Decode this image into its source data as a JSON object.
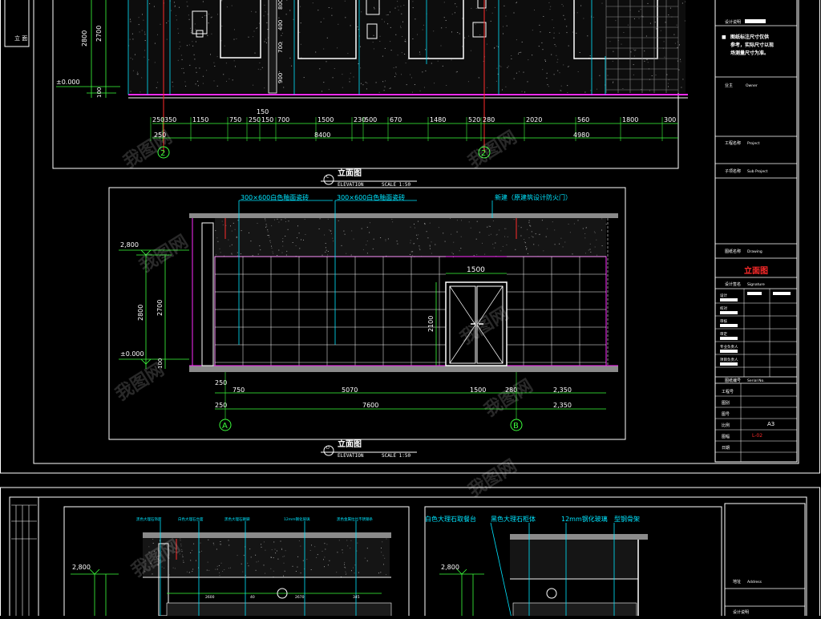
{
  "sheet1": {
    "left_tag": "立 面",
    "upper": {
      "heights": [
        "2800",
        "2700",
        "±0.000",
        "100"
      ],
      "top_marks": [
        "800",
        "400",
        "700",
        "900"
      ],
      "dims_row1": [
        "250",
        "350",
        "1150",
        "750",
        "250",
        "150",
        "700",
        "1500",
        "230",
        "500",
        "670",
        "1480",
        "520",
        "280",
        "2020",
        "560",
        "1800",
        "300"
      ],
      "dims_row1_extra": "150",
      "dims_row2": [
        "250",
        "8400",
        "4980"
      ],
      "axis_a": "2",
      "axis_b": "2",
      "title": "立面图",
      "subtitle": "ELEVATION",
      "scale": "SCALE 1:50",
      "mark": "C"
    },
    "lower": {
      "notes": [
        "300×600白色釉面瓷砖",
        "300×600白色釉面瓷砖",
        "新建（原建筑设计防火门）"
      ],
      "heights": [
        "2,800",
        "2800",
        "2700",
        "±0.000",
        "100",
        "2100"
      ],
      "door_width": "1500",
      "dims_row1": [
        "250",
        "750",
        "5070",
        "1500",
        "280",
        "2,350"
      ],
      "dims_row2": [
        "250",
        "7600",
        "2,350"
      ],
      "axis_a": "A",
      "axis_b": "B",
      "title": "立面图",
      "subtitle": "ELEVATION",
      "scale": "SCALE 1:50",
      "mark": "D"
    },
    "title_block": {
      "row_top": "设计说明",
      "note": "图纸标注尺寸仅供参考，实际尺寸以现场测量尺寸为准。",
      "owner_cn": "业主",
      "owner_en": "Owner",
      "project_cn": "工程名称",
      "project_en": "Project",
      "sub_cn": "子项名称",
      "sub_en": "Sub Project",
      "drawing_cn": "图纸名称",
      "drawing_en": "Drawing",
      "drawing_title": "立面图",
      "sign_cn": "设计签名",
      "sign_en": "Signature",
      "rows": [
        "设计",
        "校对",
        "审核",
        "审定",
        "专业负责人",
        "项目负责人"
      ],
      "serial_cn": "图纸编号",
      "serial_en": "Serial No.",
      "fields": [
        "工程号",
        "图别",
        "图号",
        "比例",
        "图幅",
        "日期"
      ],
      "size": "A3",
      "code": "L-02"
    }
  },
  "sheet2": {
    "heights_left": [
      "2,800"
    ],
    "heights_right": [
      "2,800"
    ],
    "notes_left": [
      "黑色大理石饰面",
      "白色大理石台面",
      "黑色大理石踢脚",
      "12mm钢化玻璃",
      "黑色金属拉丝不锈钢条"
    ],
    "dims_left": [
      "2600",
      "40",
      "2670",
      "345"
    ],
    "notes_right": [
      "白色大理石取餐台",
      "黑色大理石柜体",
      "12mm钢化玻璃",
      "型钢骨架"
    ],
    "title_block": {
      "address_cn": "地址",
      "address_en": "Address",
      "design_cn": "设计说明"
    }
  },
  "watermark": "我图网",
  "colors": {
    "cyan": "#00e5ff",
    "green": "#3cff3c",
    "white": "#ffffff",
    "red": "#ff2a2a",
    "magenta": "#ff2bff",
    "gray": "#8a8a8a",
    "yellow": "#ffff44"
  }
}
